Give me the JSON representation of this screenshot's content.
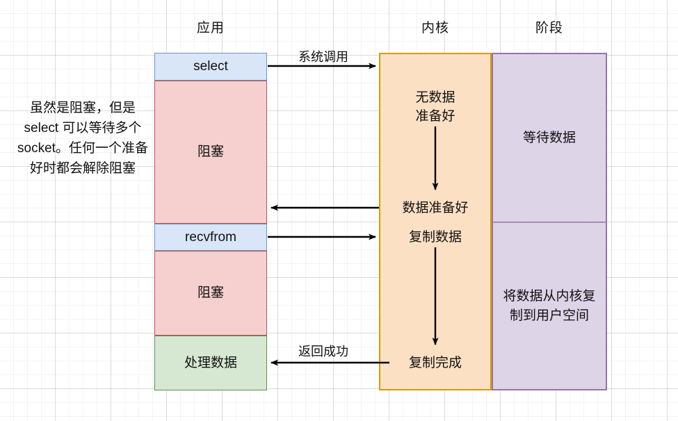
{
  "diagram": {
    "title_columns": [
      {
        "id": "app",
        "label": "应用"
      },
      {
        "id": "kernel",
        "label": "内核"
      },
      {
        "id": "stage",
        "label": "阶段"
      }
    ],
    "app_column": {
      "blocks": [
        {
          "id": "select",
          "label": "select",
          "style": "blue"
        },
        {
          "id": "blocking-1",
          "label": "阻塞",
          "style": "pink"
        },
        {
          "id": "recvfrom",
          "label": "recvfrom",
          "style": "blue"
        },
        {
          "id": "blocking-2",
          "label": "阻塞",
          "style": "pink"
        },
        {
          "id": "process-data",
          "label": "处理数据",
          "style": "green"
        }
      ]
    },
    "kernel_column": {
      "steps": [
        {
          "id": "no-data-ready",
          "label": "无数据\n准备好"
        },
        {
          "id": "data-ready",
          "label": "数据准备好"
        },
        {
          "id": "copy-data",
          "label": "复制数据"
        },
        {
          "id": "copy-done",
          "label": "复制完成"
        }
      ]
    },
    "stage_column": {
      "phases": [
        {
          "id": "wait-data",
          "label": "等待数据"
        },
        {
          "id": "copy-kernel-to-user",
          "label": "将数据从内核复制到用户空间"
        }
      ]
    },
    "arrows": [
      {
        "id": "syscall",
        "label": "系统调用",
        "direction": "right"
      },
      {
        "id": "data-ready-return",
        "label": "",
        "direction": "left"
      },
      {
        "id": "recvfrom-call",
        "label": "",
        "direction": "right"
      },
      {
        "id": "return-success",
        "label": "返回成功",
        "direction": "left"
      }
    ],
    "annotation": {
      "id": "select-note",
      "text": "虽然是阻塞，但是 select 可以等待多个 socket。任何一个准备好时都会解除阻塞"
    },
    "colors": {
      "blue_fill": "#d8e6f8",
      "blue_stroke": "#6c93c8",
      "pink_fill": "#f6cfcf",
      "pink_stroke": "#b85450",
      "green_fill": "#d6e8d2",
      "green_stroke": "#5a9153",
      "orange_fill": "#fbe0c4",
      "orange_stroke": "#d79b00",
      "purple_fill": "#ded4e8",
      "purple_stroke": "#9673a6",
      "arrow_stroke": "#000000"
    }
  }
}
